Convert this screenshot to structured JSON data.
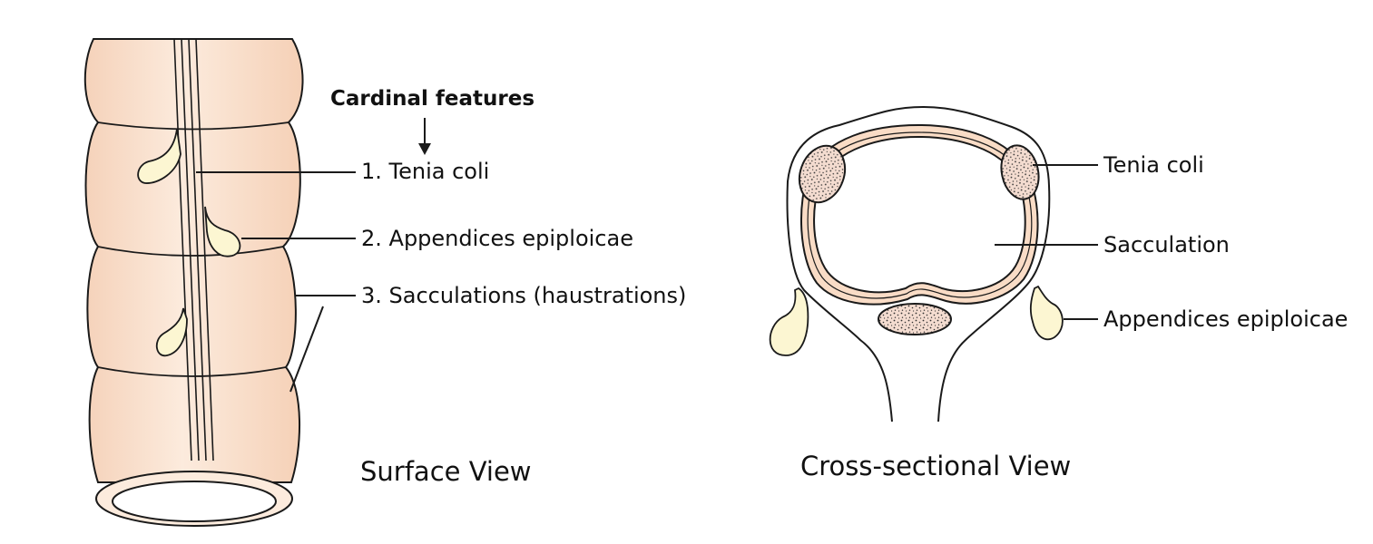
{
  "surface_view": {
    "heading": "Cardinal features",
    "features": [
      "1. Tenia coli",
      "2. Appendices epiploicae",
      "3. Sacculations (haustrations)"
    ],
    "caption": "Surface View"
  },
  "cross_section_view": {
    "labels": [
      "Tenia coli",
      "Sacculation",
      "Appendices epiploicae"
    ],
    "caption": "Cross-sectional View"
  },
  "colors": {
    "colon_fill": "#f9dcc6",
    "colon_highlight": "#fcebdd",
    "appendix_fill": "#fcf6d2",
    "tenia_fill": "#f4dcd0",
    "outline": "#1a1a1a"
  }
}
